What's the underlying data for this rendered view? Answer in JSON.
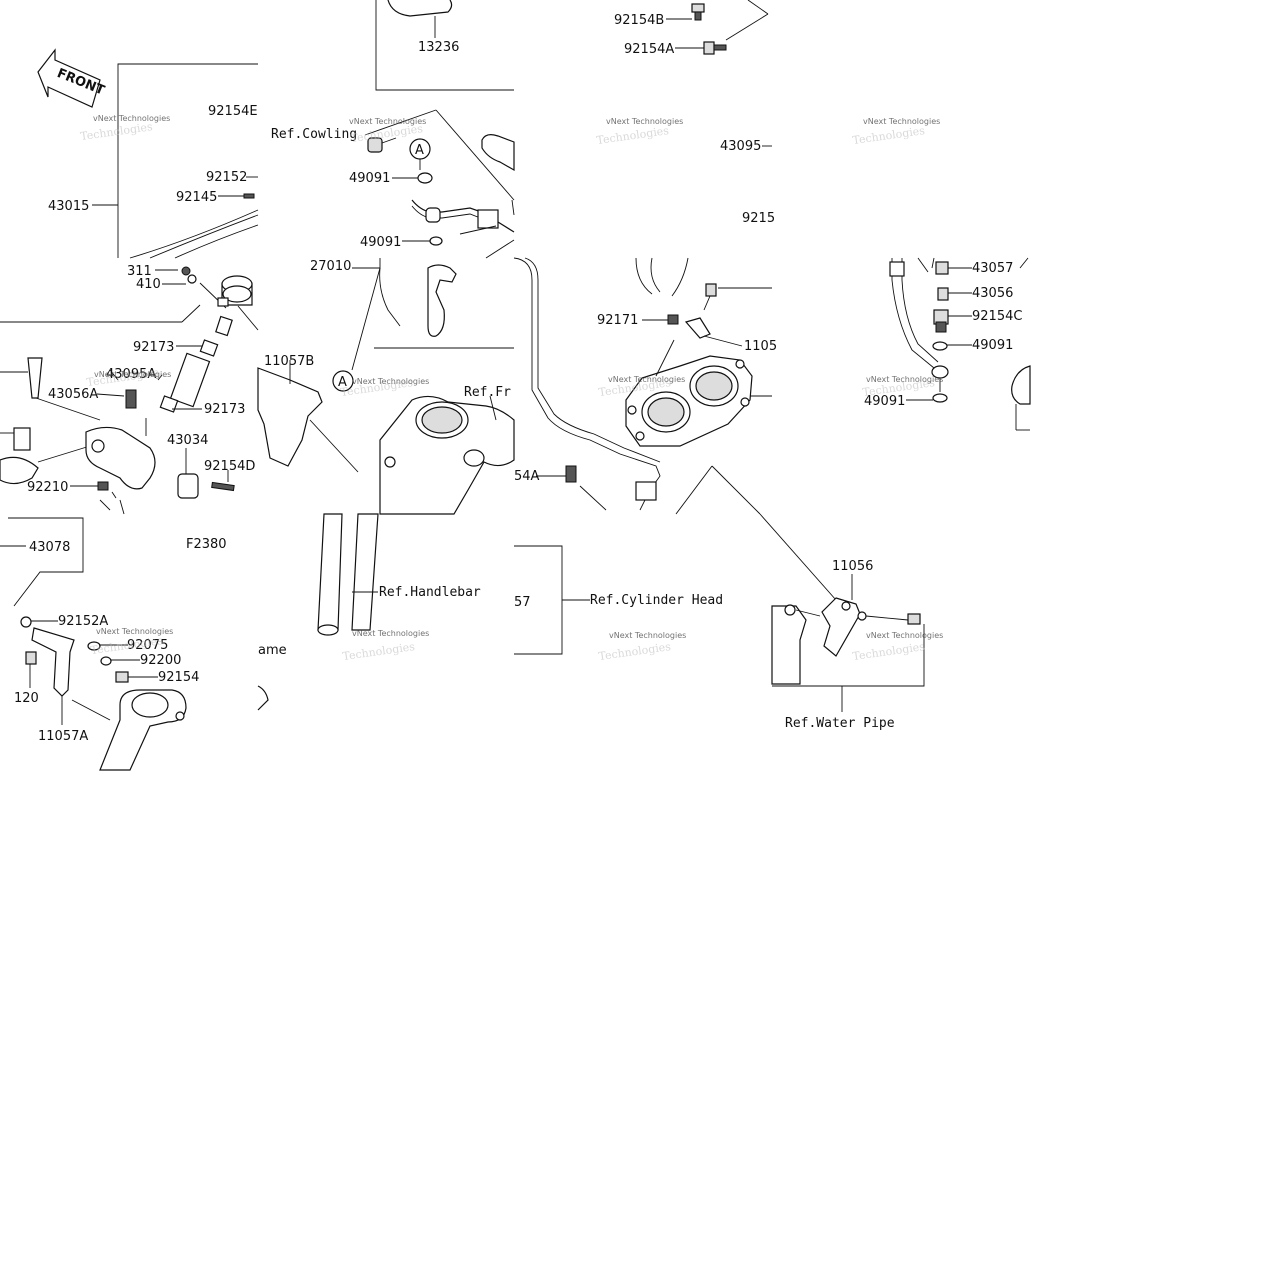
{
  "diagram": {
    "front_label": "FRONT",
    "figure_code": "F2380",
    "callout_letter": "A",
    "watermark_line1": "vNext Technologies",
    "watermark_line2": "Technologies",
    "parts": {
      "p13236": "13236",
      "p92154B": "92154B",
      "p92154A_top": "92154A",
      "p92154E": "92154E",
      "p43015": "43015",
      "p92152": "92152",
      "p92145": "92145",
      "p311": "311",
      "p410": "410",
      "p92173_a": "92173",
      "p92173_b": "92173",
      "p43095A": "43095A",
      "p43056A": "43056A",
      "p43034": "43034",
      "p92154D": "92154D",
      "p92210": "92210",
      "p43078": "43078",
      "p92152A": "92152A",
      "p92075": "92075",
      "p92200": "92200",
      "p92154": "92154",
      "p120": "120",
      "p11057A": "11057A",
      "p49091_a": "49091",
      "p49091_b": "49091",
      "p27010": "27010",
      "p11057B": "11057B",
      "p43095": "43095",
      "p9215_cut": "9215",
      "p92171": "92171",
      "p1105_cut": "1105",
      "p54A_cut": "54A",
      "p57_cut": "57",
      "p43057": "43057",
      "p43056": "43056",
      "p92154C": "92154C",
      "p49091_c": "49091",
      "p49091_d": "49091",
      "p11056": "11056"
    },
    "refs": {
      "cowling": "Ref.Cowling",
      "handlebar": "Ref.Handlebar",
      "fr_cut": "Ref.Fr",
      "cylinder_head": "Ref.Cylinder Head",
      "water_pipe": "Ref.Water Pipe",
      "frame_cut": "ame"
    }
  }
}
